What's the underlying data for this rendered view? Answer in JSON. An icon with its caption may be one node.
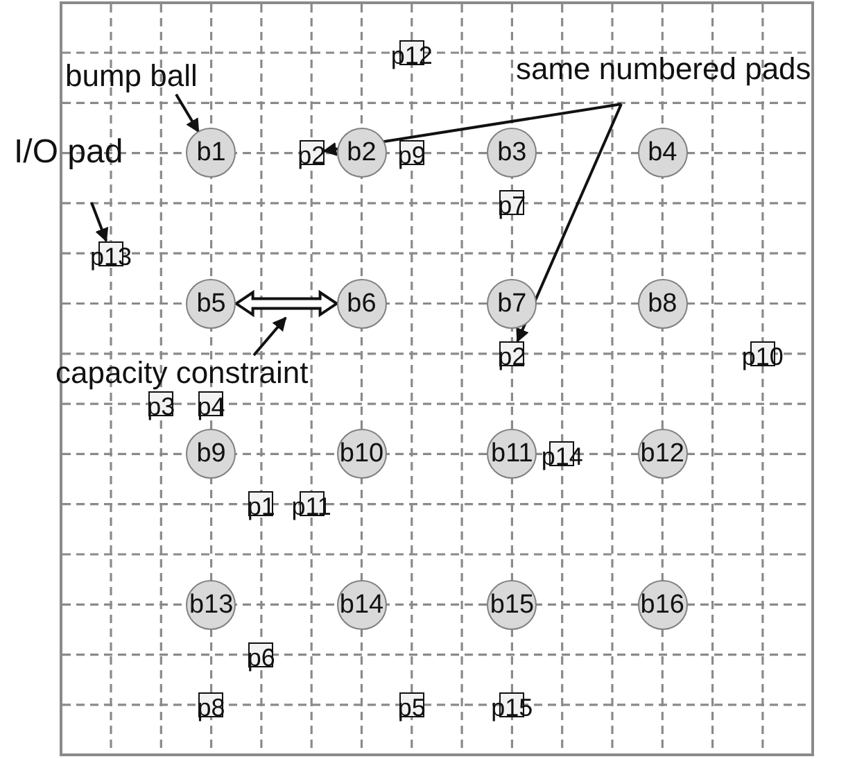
{
  "diagram": {
    "nodes": [
      {
        "text": [
          "p12"
        ]
      },
      {
        "text": [
          "bump ball"
        ]
      },
      {
        "text": [
          "same numbered pads"
        ]
      },
      {
        "text": [
          "I/O pad"
        ]
      },
      {
        "text": [
          "b1"
        ]
      },
      {
        "text": [
          "p2"
        ]
      },
      {
        "text": [
          "b2"
        ]
      },
      {
        "text": [
          "p9"
        ]
      },
      {
        "text": [
          "b3"
        ]
      },
      {
        "text": [
          "b4"
        ]
      },
      {
        "text": [
          "p7"
        ]
      },
      {
        "text": [
          "p13"
        ]
      },
      {
        "text": [
          "b5"
        ]
      },
      {
        "text": [
          "b6"
        ]
      },
      {
        "text": [
          "b7"
        ]
      },
      {
        "text": [
          "b8"
        ]
      },
      {
        "text": [
          "p2"
        ]
      },
      {
        "text": [
          "p10"
        ]
      },
      {
        "text": [
          "capacity constraint"
        ]
      },
      {
        "text": [
          "p3"
        ]
      },
      {
        "text": [
          "p4"
        ]
      },
      {
        "text": [
          "b9"
        ]
      },
      {
        "text": [
          "b10"
        ]
      },
      {
        "text": [
          "b11"
        ]
      },
      {
        "text": [
          "p14"
        ]
      },
      {
        "text": [
          "b12"
        ]
      },
      {
        "text": [
          "p1"
        ]
      },
      {
        "text": [
          "p11"
        ]
      },
      {
        "text": [
          "b13"
        ]
      },
      {
        "text": [
          "b14"
        ]
      },
      {
        "text": [
          "b15"
        ]
      },
      {
        "text": [
          "b16"
        ]
      },
      {
        "text": [
          "p6"
        ]
      },
      {
        "text": [
          "p8"
        ]
      },
      {
        "text": [
          "p5"
        ]
      },
      {
        "text": [
          "p15"
        ]
      }
    ],
    "edges": [
      {
        "from": 1,
        "to": 4,
        "arrow": "to"
      },
      {
        "from": 3,
        "to": 11,
        "arrow": "to"
      },
      {
        "from": 2,
        "to": 5,
        "arrow": "to"
      },
      {
        "from": 2,
        "to": 16,
        "arrow": "to"
      },
      {
        "from": 12,
        "to": 13,
        "arrow": "both",
        "style": "thick"
      },
      {
        "from": 18,
        "to": null,
        "arrow": "to"
      }
    ]
  }
}
